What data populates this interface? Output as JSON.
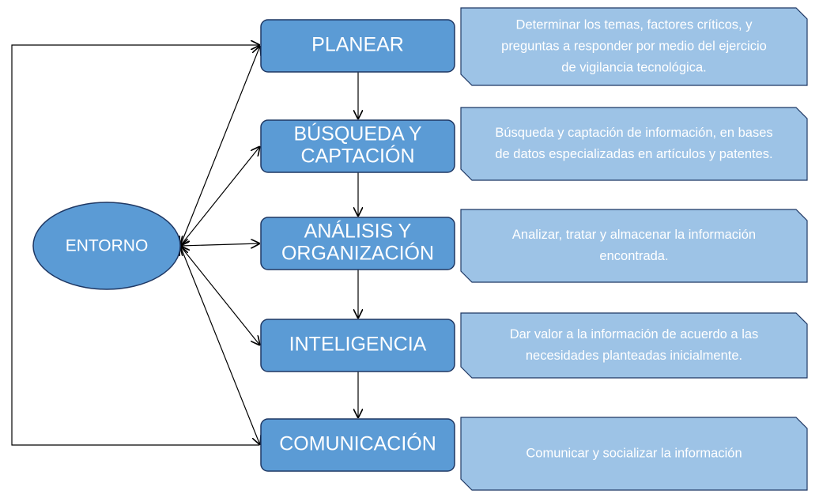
{
  "entorno": {
    "label": "ENTORNO"
  },
  "stages": [
    {
      "lines": [
        "PLANEAR"
      ]
    },
    {
      "lines": [
        "BÚSQUEDA Y",
        "CAPTACIÓN"
      ]
    },
    {
      "lines": [
        "ANÁLISIS Y",
        "ORGANIZACIÓN"
      ]
    },
    {
      "lines": [
        "INTELIGENCIA"
      ]
    },
    {
      "lines": [
        "COMUNICACIÓN"
      ]
    }
  ],
  "descriptions": [
    {
      "lines": [
        "Determinar los temas, factores críticos, y",
        "preguntas a responder por medio del ejercicio",
        "de vigilancia tecnológica."
      ]
    },
    {
      "lines": [
        "Búsqueda y captación de información, en bases",
        "de datos especializadas en artículos y patentes."
      ]
    },
    {
      "lines": [
        "Analizar, tratar y almacenar la información",
        "encontrada."
      ]
    },
    {
      "lines": [
        "Dar valor a la información de acuerdo a las",
        "necesidades planteadas inicialmente."
      ]
    },
    {
      "lines": [
        "Comunicar y socializar la información"
      ]
    }
  ],
  "colors": {
    "stage_fill": "#5B9BD5",
    "stage_stroke": "#1F3864",
    "desc_fill": "#9DC3E6",
    "desc_stroke": "#1F3864",
    "line": "#000000"
  }
}
